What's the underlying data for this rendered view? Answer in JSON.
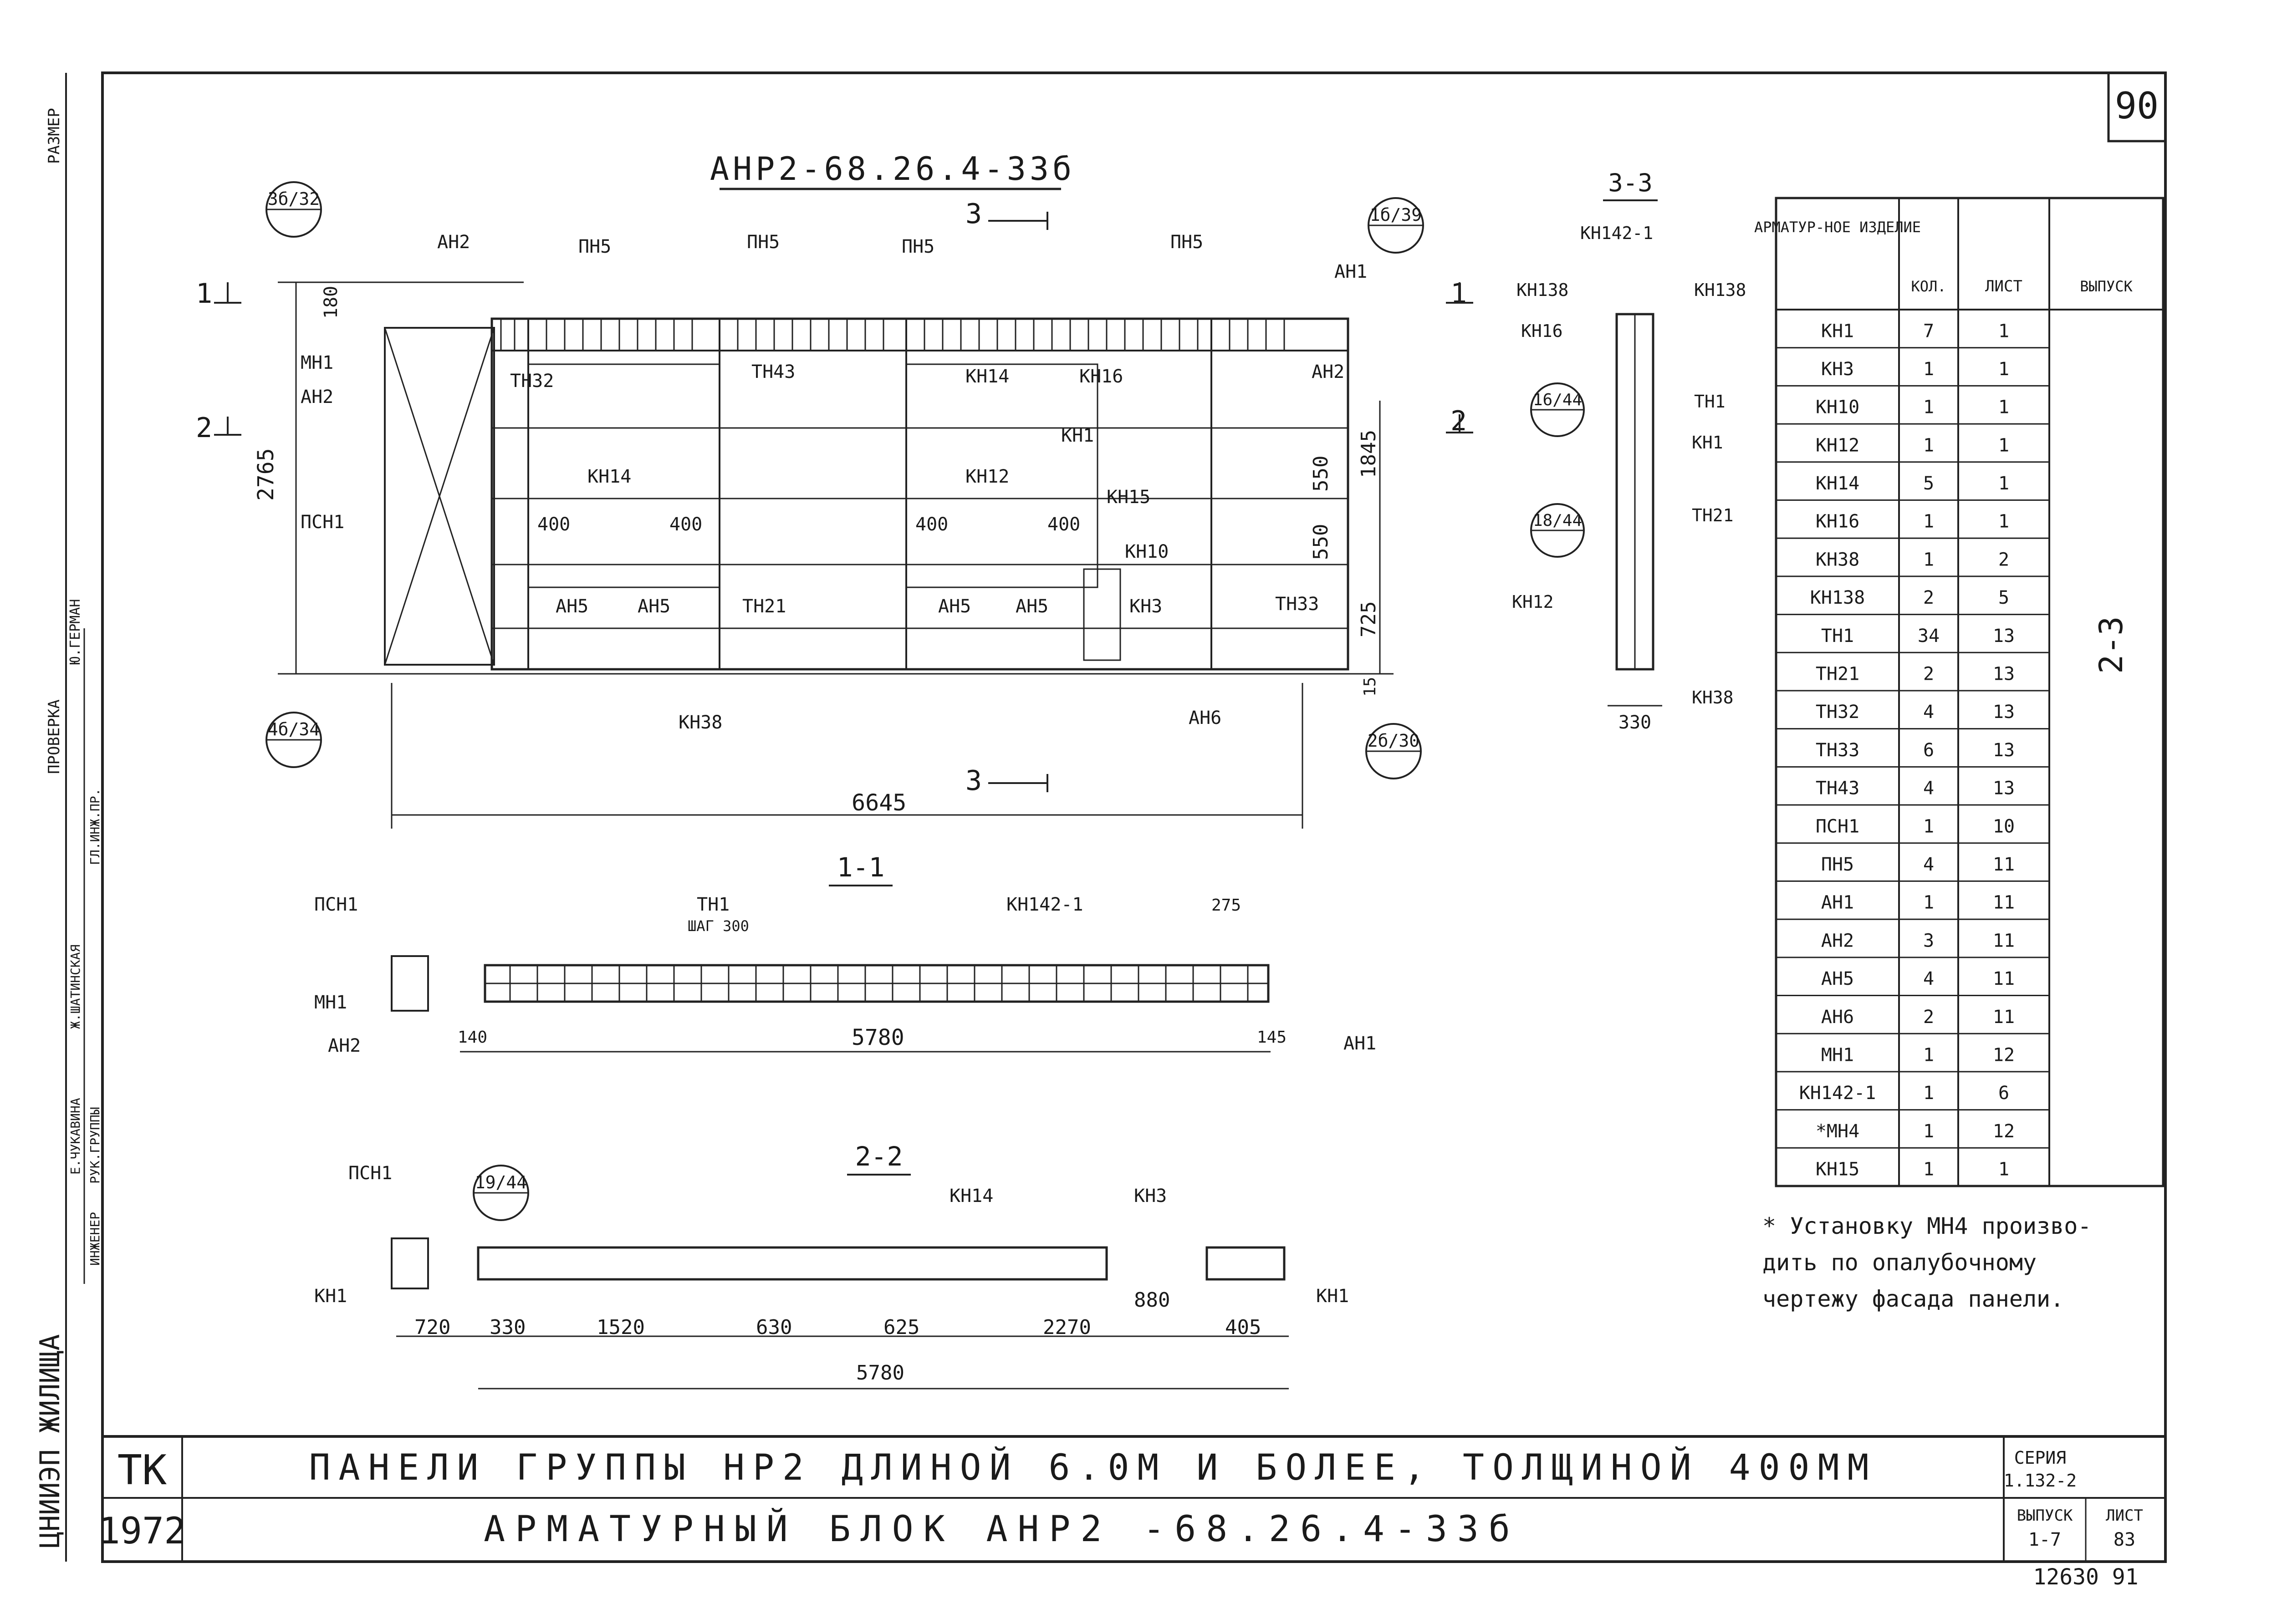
{
  "sheet": {
    "page_number": "90",
    "drawing_title": "АНР2-68.26.4-33б",
    "org": "ЦНИИЭП ЖИЛИЩА",
    "stamp_code": "ТК",
    "year": "1972",
    "title_line1": "ПАНЕЛИ ГРУППЫ НР2 ДЛИНОЙ 6.0М И БОЛЕЕ, ТОЛЩИНОЙ 400ММ",
    "title_line2": "АРМАТУРНЫЙ БЛОК АНР2 -68.26.4-33б",
    "seria_label": "СЕРИЯ",
    "seria_value": "1.132-2",
    "vypusk_label": "ВЫПУСК",
    "vypusk_value": "1-7",
    "list_label": "ЛИСТ",
    "list_value": "83",
    "inv_number": "12630 91",
    "left_stamp": {
      "razmer": "РАЗМЕР",
      "proverka": "ПРОВЕРКА",
      "german": "Ю.ГЕРМАН",
      "gl_inzh": "ГЛ.ИНЖ.ПР.",
      "ruk_gruppy": "РУК.ГРУППЫ",
      "shatinskaya": "Ж.ШАТИНСКАЯ",
      "inzhener": "ИНЖЕНЕР",
      "chukavina": "Е.ЧУКАВИНА"
    }
  },
  "elevation": {
    "callouts": [
      "3б/32",
      "1б/39",
      "4б/34",
      "2б/30"
    ],
    "labels": [
      "АН2",
      "ПН5",
      "ПН5",
      "ПН5",
      "ПН5",
      "АН1",
      "МН1",
      "АН2",
      "ПСН1",
      "ТН32",
      "ТН43",
      "КН14",
      "КН16",
      "АН2",
      "КН1",
      "КН14",
      "КН12",
      "КН15",
      "КН10",
      "КН3",
      "АН5",
      "АН5",
      "ТН21",
      "АН5",
      "АН5",
      "ТН33",
      "КН38",
      "АН6"
    ],
    "dims": {
      "height": "2765",
      "top": "180",
      "width": "6645",
      "d550a": "550",
      "d550b": "550",
      "d725": "725",
      "d15": "15",
      "d1845": "1845",
      "d400a": "400",
      "d400b": "400",
      "d400c": "400",
      "d400d": "400"
    },
    "section_marks": [
      "1",
      "1",
      "2",
      "2",
      "3",
      "3"
    ]
  },
  "section33": {
    "title": "3-3",
    "callouts": [
      "16/44",
      "18/44"
    ],
    "labels": [
      "КН142-1",
      "КН138",
      "КН138",
      "КН16",
      "ТН1",
      "КН1",
      "ТН21",
      "КН12",
      "КН38"
    ],
    "dim": "330"
  },
  "section11": {
    "title": "1-1",
    "labels": [
      "ПСН1",
      "МН1",
      "АН2",
      "ТН1",
      "ШАГ 300",
      "КН142-1",
      "АН1"
    ],
    "dims": [
      "140",
      "5780",
      "145",
      "275"
    ]
  },
  "section22": {
    "title": "2-2",
    "callout": "19/44",
    "labels": [
      "ПСН1",
      "КН1",
      "КН14",
      "КН3",
      "КН1"
    ],
    "dims": [
      "720",
      "330",
      "1520",
      "630",
      "625",
      "2270",
      "880",
      "405",
      "5780"
    ]
  },
  "spec_table": {
    "headers": [
      "АРМАТУР-НОЕ ИЗДЕЛИЕ",
      "КОЛ.",
      "ЛИСТ",
      "ВЫПУСК"
    ],
    "vypusk_value": "2-3",
    "rows": [
      [
        "КН1",
        "7",
        "1"
      ],
      [
        "КН3",
        "1",
        "1"
      ],
      [
        "КН10",
        "1",
        "1"
      ],
      [
        "КН12",
        "1",
        "1"
      ],
      [
        "КН14",
        "5",
        "1"
      ],
      [
        "КН16",
        "1",
        "1"
      ],
      [
        "КН38",
        "1",
        "2"
      ],
      [
        "КН138",
        "2",
        "5"
      ],
      [
        "ТН1",
        "34",
        "13"
      ],
      [
        "ТН21",
        "2",
        "13"
      ],
      [
        "ТН32",
        "4",
        "13"
      ],
      [
        "ТН33",
        "6",
        "13"
      ],
      [
        "ТН43",
        "4",
        "13"
      ],
      [
        "ПСН1",
        "1",
        "10"
      ],
      [
        "ПН5",
        "4",
        "11"
      ],
      [
        "АН1",
        "1",
        "11"
      ],
      [
        "АН2",
        "3",
        "11"
      ],
      [
        "АН5",
        "4",
        "11"
      ],
      [
        "АН6",
        "2",
        "11"
      ],
      [
        "МН1",
        "1",
        "12"
      ],
      [
        "КН142-1",
        "1",
        "6"
      ],
      [
        "*МН4",
        "1",
        "12"
      ],
      [
        "КН15",
        "1",
        "1"
      ]
    ]
  },
  "note": {
    "line1": "* Установку МН4 произво-",
    "line2": "дить по опалубочному",
    "line3": "чертежу фасада панели."
  }
}
